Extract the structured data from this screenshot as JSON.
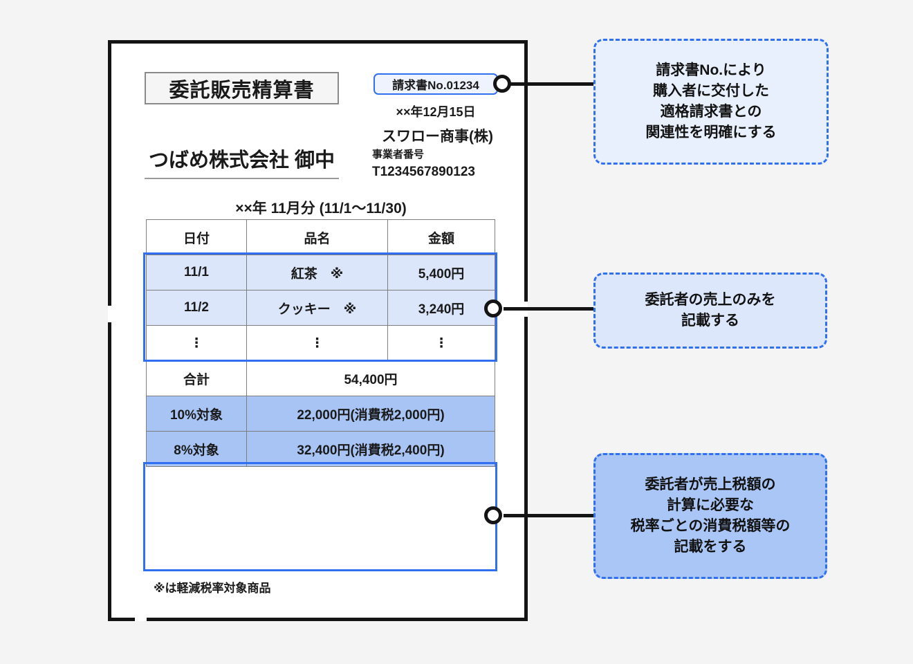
{
  "document": {
    "title": "委託販売精算書",
    "recipient": "つばめ株式会社 御中",
    "invoice_no": "請求書No.01234",
    "issue_date": "××年12月15日",
    "issuer_name": "スワロー商事(株)",
    "issuer_reg_label": "事業者番号",
    "issuer_reg_number": "T1234567890123",
    "period": "××年 11月分 (11/1〜11/30)",
    "footnote": "※は軽減税率対象商品"
  },
  "table": {
    "headers": [
      "日付",
      "品名",
      "金額"
    ],
    "rows": [
      {
        "date": "11/1",
        "item": "紅茶　※",
        "amount": "5,400円"
      },
      {
        "date": "11/2",
        "item": "クッキー　※",
        "amount": "3,240円"
      }
    ],
    "ellipsis": "⋮",
    "total": {
      "label": "合計",
      "amount": "54,400円"
    },
    "tax_rows": [
      {
        "label": "10%対象",
        "amount": "22,000円(消費税2,000円)"
      },
      {
        "label": "8%対象",
        "amount": "32,400円(消費税2,400円)"
      }
    ]
  },
  "callouts": [
    {
      "id": "invoice-number-note",
      "lines": [
        "請求書No.により",
        "購入者に交付した",
        "適格請求書との",
        "関連性を明確にする"
      ]
    },
    {
      "id": "sales-only-note",
      "lines": [
        "委託者の売上のみを",
        "記載する"
      ]
    },
    {
      "id": "tax-breakdown-note",
      "lines": [
        "委託者が売上税額の",
        "計算に必要な",
        "税率ごとの消費税額等の",
        "記載をする"
      ]
    }
  ],
  "colors": {
    "accent_blue": "#2f6ff0",
    "highlight_light": "#dbe6fb",
    "highlight_strong": "#a8c4f5",
    "frame_black": "#141414"
  }
}
